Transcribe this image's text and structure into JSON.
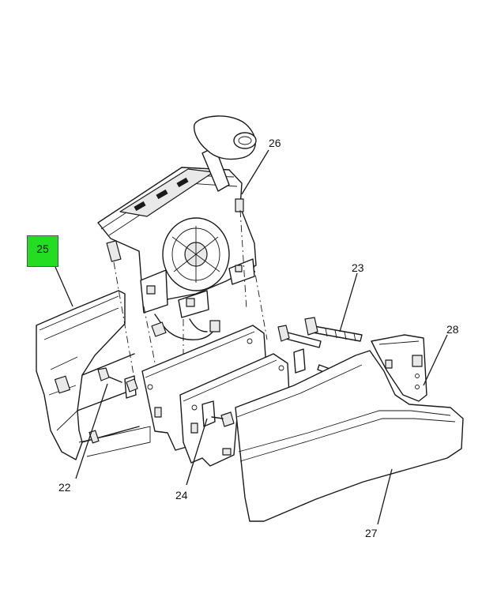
{
  "diagram": {
    "highlighted_callout": {
      "label": "25",
      "color": "#22dd22"
    },
    "callouts": [
      {
        "id": "callout-26",
        "label": "26"
      },
      {
        "id": "callout-23",
        "label": "23"
      },
      {
        "id": "callout-28",
        "label": "28"
      },
      {
        "id": "callout-22",
        "label": "22"
      },
      {
        "id": "callout-24",
        "label": "24"
      },
      {
        "id": "callout-27",
        "label": "27"
      }
    ]
  }
}
